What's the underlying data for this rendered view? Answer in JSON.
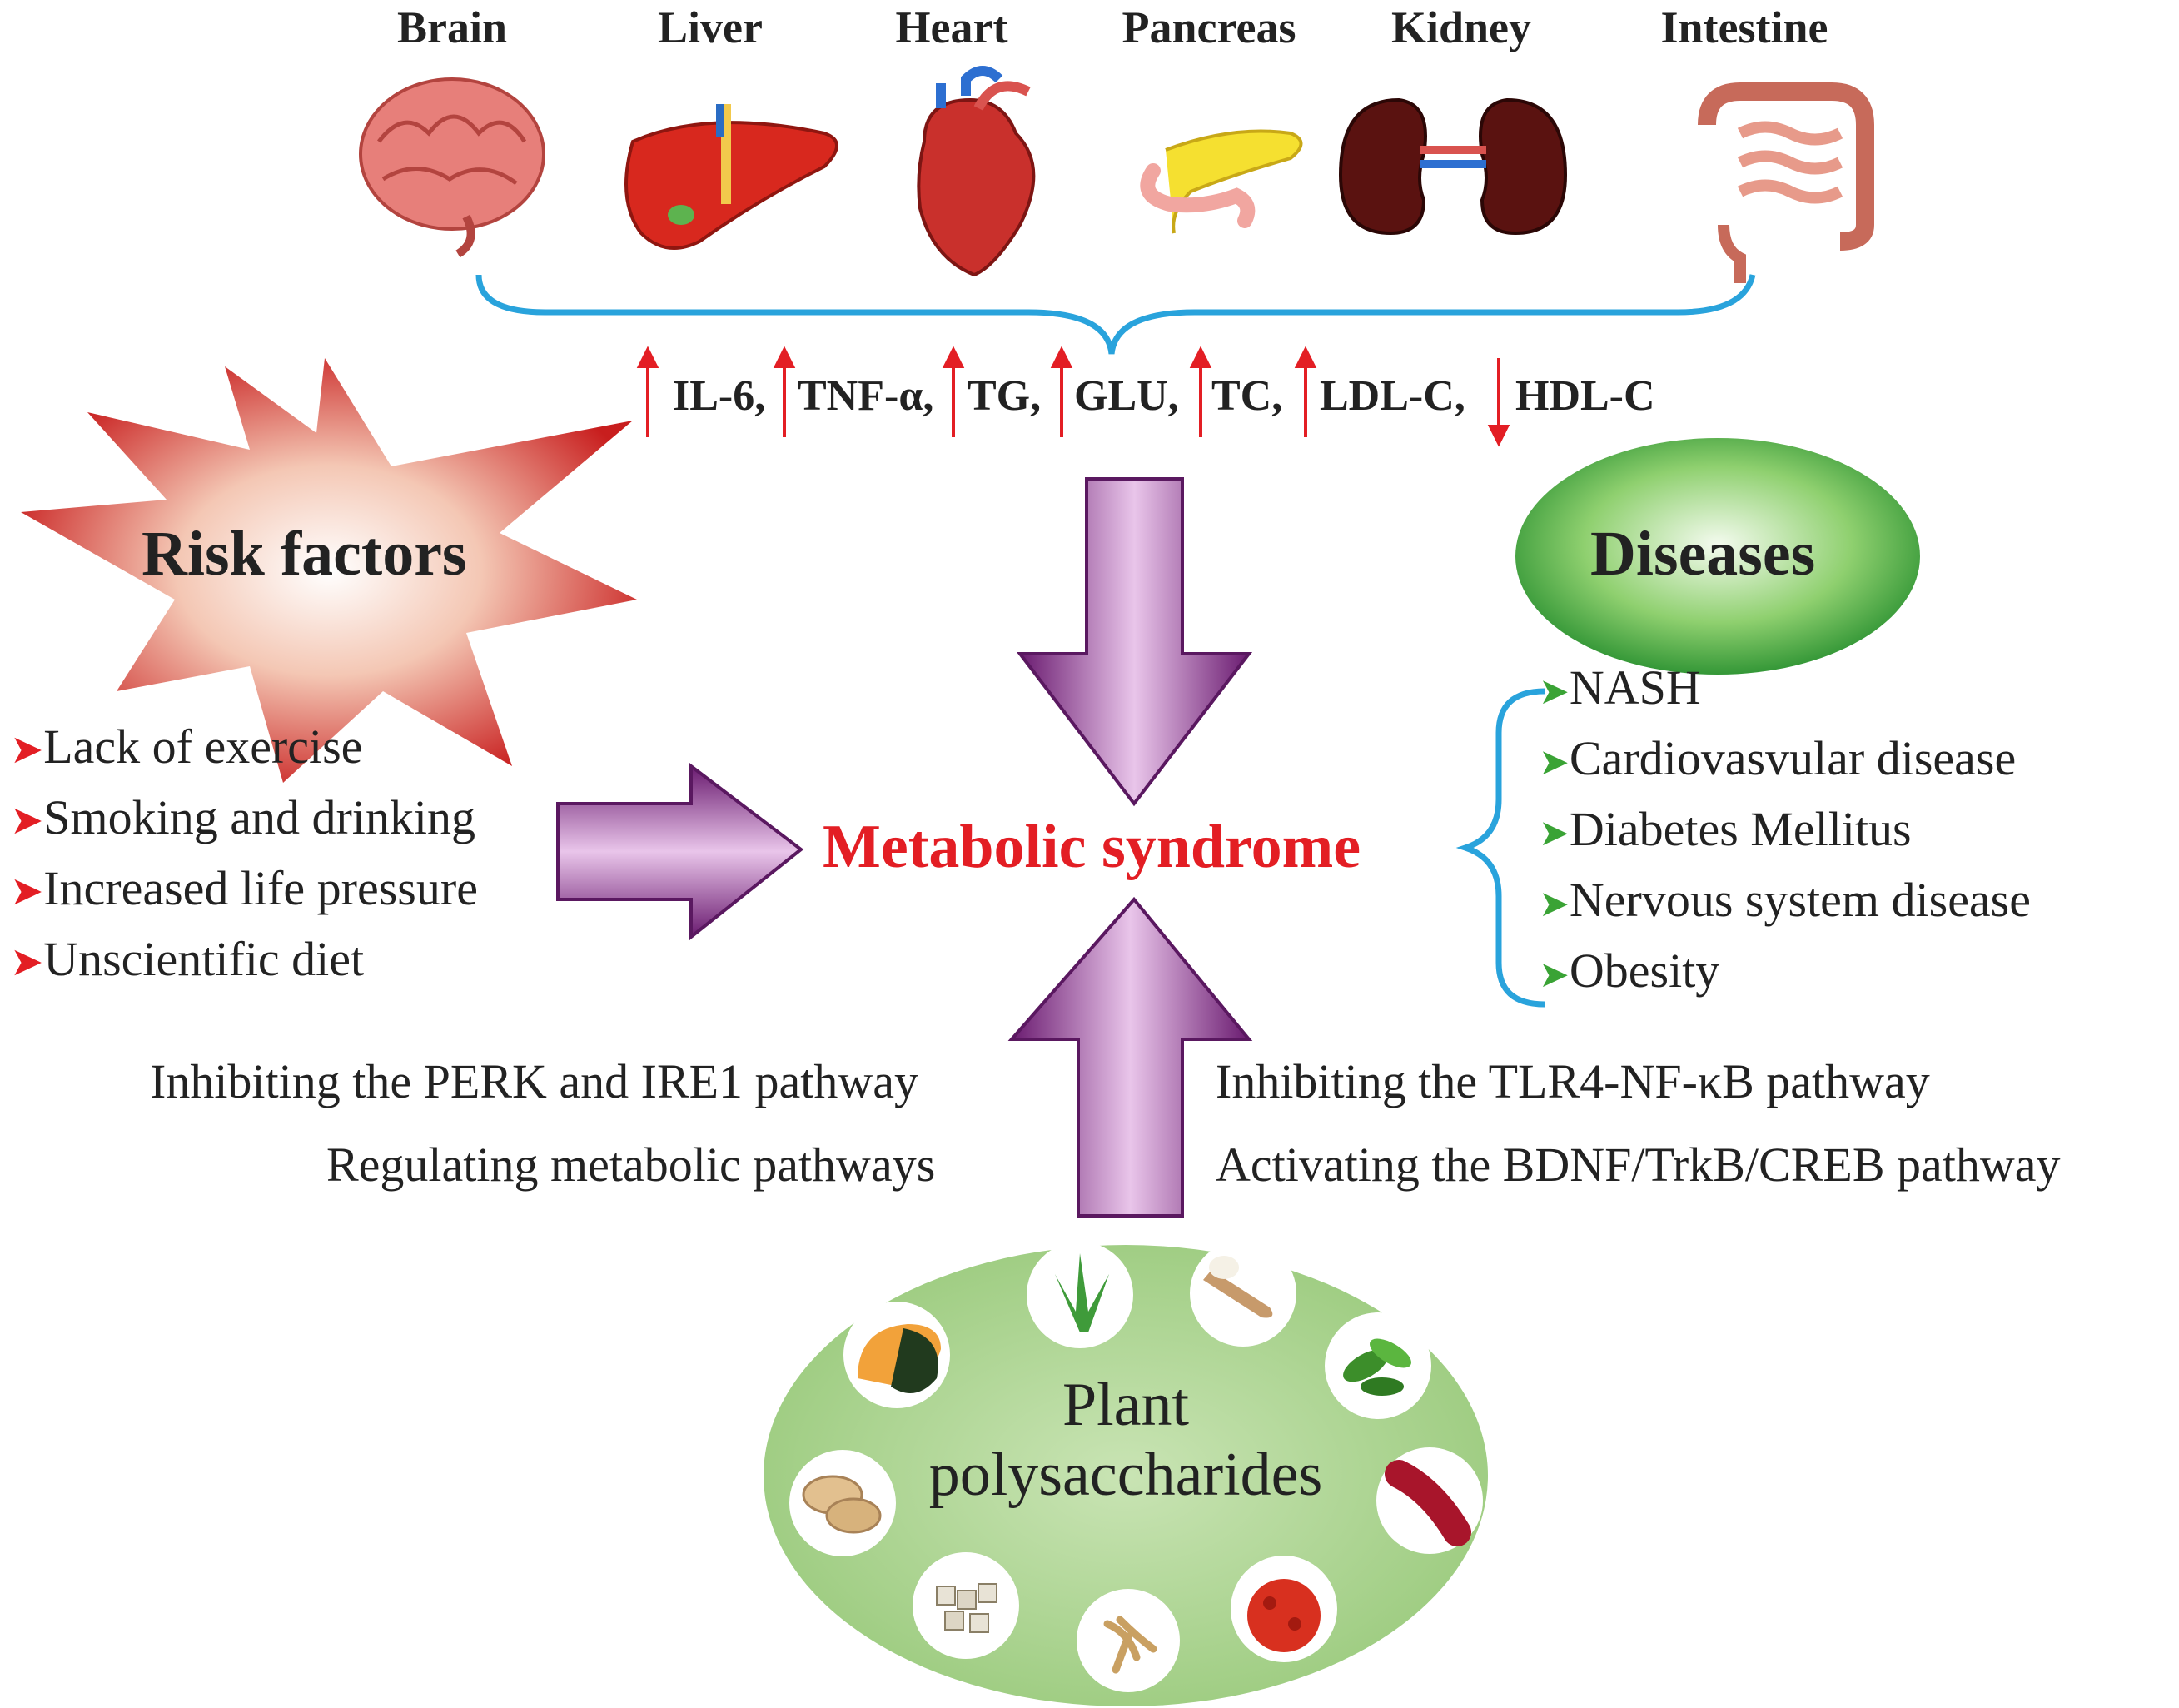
{
  "organs": [
    "Brain",
    "Liver",
    "Heart",
    "Pancreas",
    "Kidney",
    "Intestine"
  ],
  "markers": [
    {
      "label": "IL-6,",
      "direction": "up"
    },
    {
      "label": "TNF-α,",
      "direction": "up"
    },
    {
      "label": "TG,",
      "direction": "up"
    },
    {
      "label": "GLU,",
      "direction": "up"
    },
    {
      "label": "TC,",
      "direction": "up"
    },
    {
      "label": "LDL-C,",
      "direction": "up"
    },
    {
      "label": "HDL-C",
      "direction": "down"
    }
  ],
  "risk_factors": {
    "title": "Risk factors",
    "items": [
      "Lack of exercise",
      "Smoking and drinking",
      "Increased life pressure",
      "Unscientific diet"
    ]
  },
  "center": {
    "title": "Metabolic syndrome"
  },
  "diseases": {
    "title": "Diseases",
    "items": [
      "NASH",
      "Cardiovasvular disease",
      "Diabetes Mellitus",
      "Nervous system disease",
      "Obesity"
    ]
  },
  "pathways": {
    "left": [
      "Inhibiting the PERK and IRE1 pathway",
      "Regulating metabolic pathways"
    ],
    "right": [
      "Inhibiting the TLR4-NF-κB pathway",
      "Activating the BDNF/TrkB/CREB pathway"
    ]
  },
  "plants": {
    "title_line1": "Plant",
    "title_line2": "polysaccharides",
    "icons": [
      "aloe-icon",
      "yam-icon",
      "tea-leaves-icon",
      "red-berries-icon",
      "goji-berry-icon",
      "ginseng-icon",
      "poria-cubes-icon",
      "astragalus-slices-icon",
      "pumpkin-icon"
    ]
  },
  "colors": {
    "arrow_purple": "#8a2c8f",
    "title_red": "#e31e24",
    "brace_blue": "#29a3dc",
    "marker_red": "#e31e24",
    "disease_green": "#2e8b2e",
    "plant_bg": "#a9d18e"
  }
}
